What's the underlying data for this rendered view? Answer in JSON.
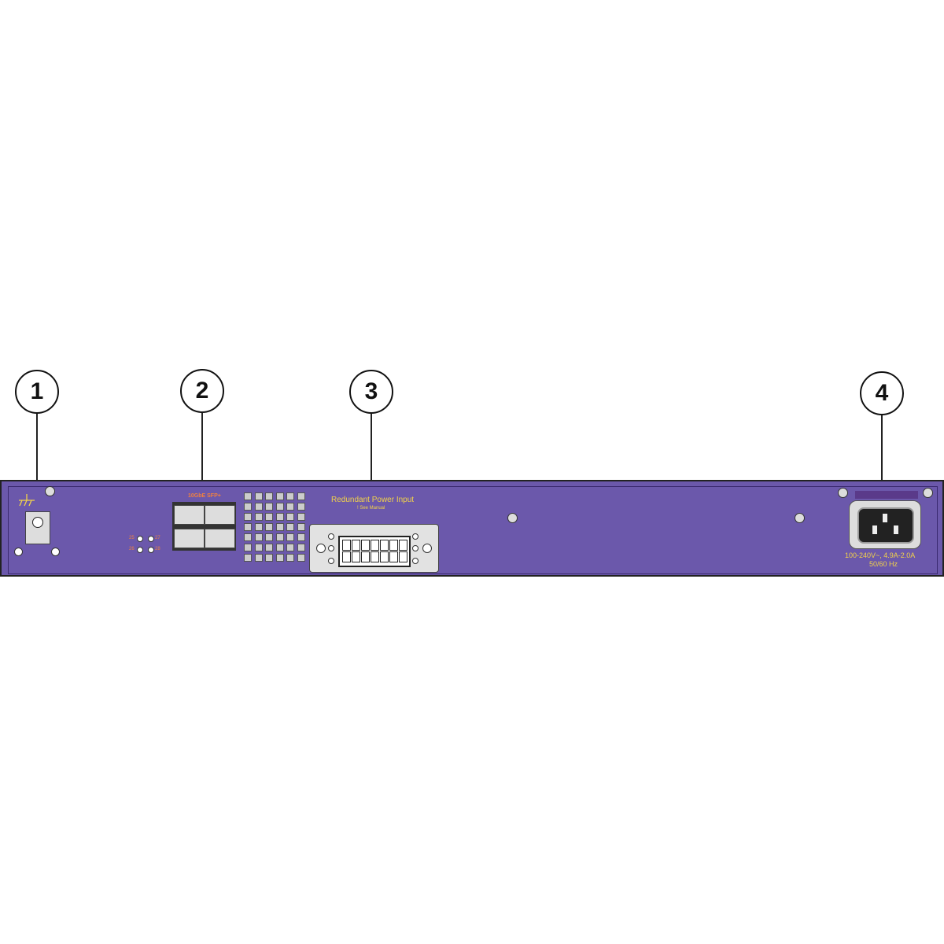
{
  "callouts": [
    "1",
    "2",
    "3",
    "4"
  ],
  "panel": {
    "sfp_label": "10GbE SFP+",
    "port_leds": [
      "25",
      "27",
      "26",
      "28"
    ],
    "rps_title": "Redundant Power Input",
    "rps_note": "! See Manual",
    "power_rating_line1": "100-240V~, 4.9A-2.0A",
    "power_rating_line2": "50/60 Hz"
  },
  "colors": {
    "panel": "#6b58ab",
    "label_yellow": "#f2d24a",
    "label_orange": "#f08040"
  }
}
